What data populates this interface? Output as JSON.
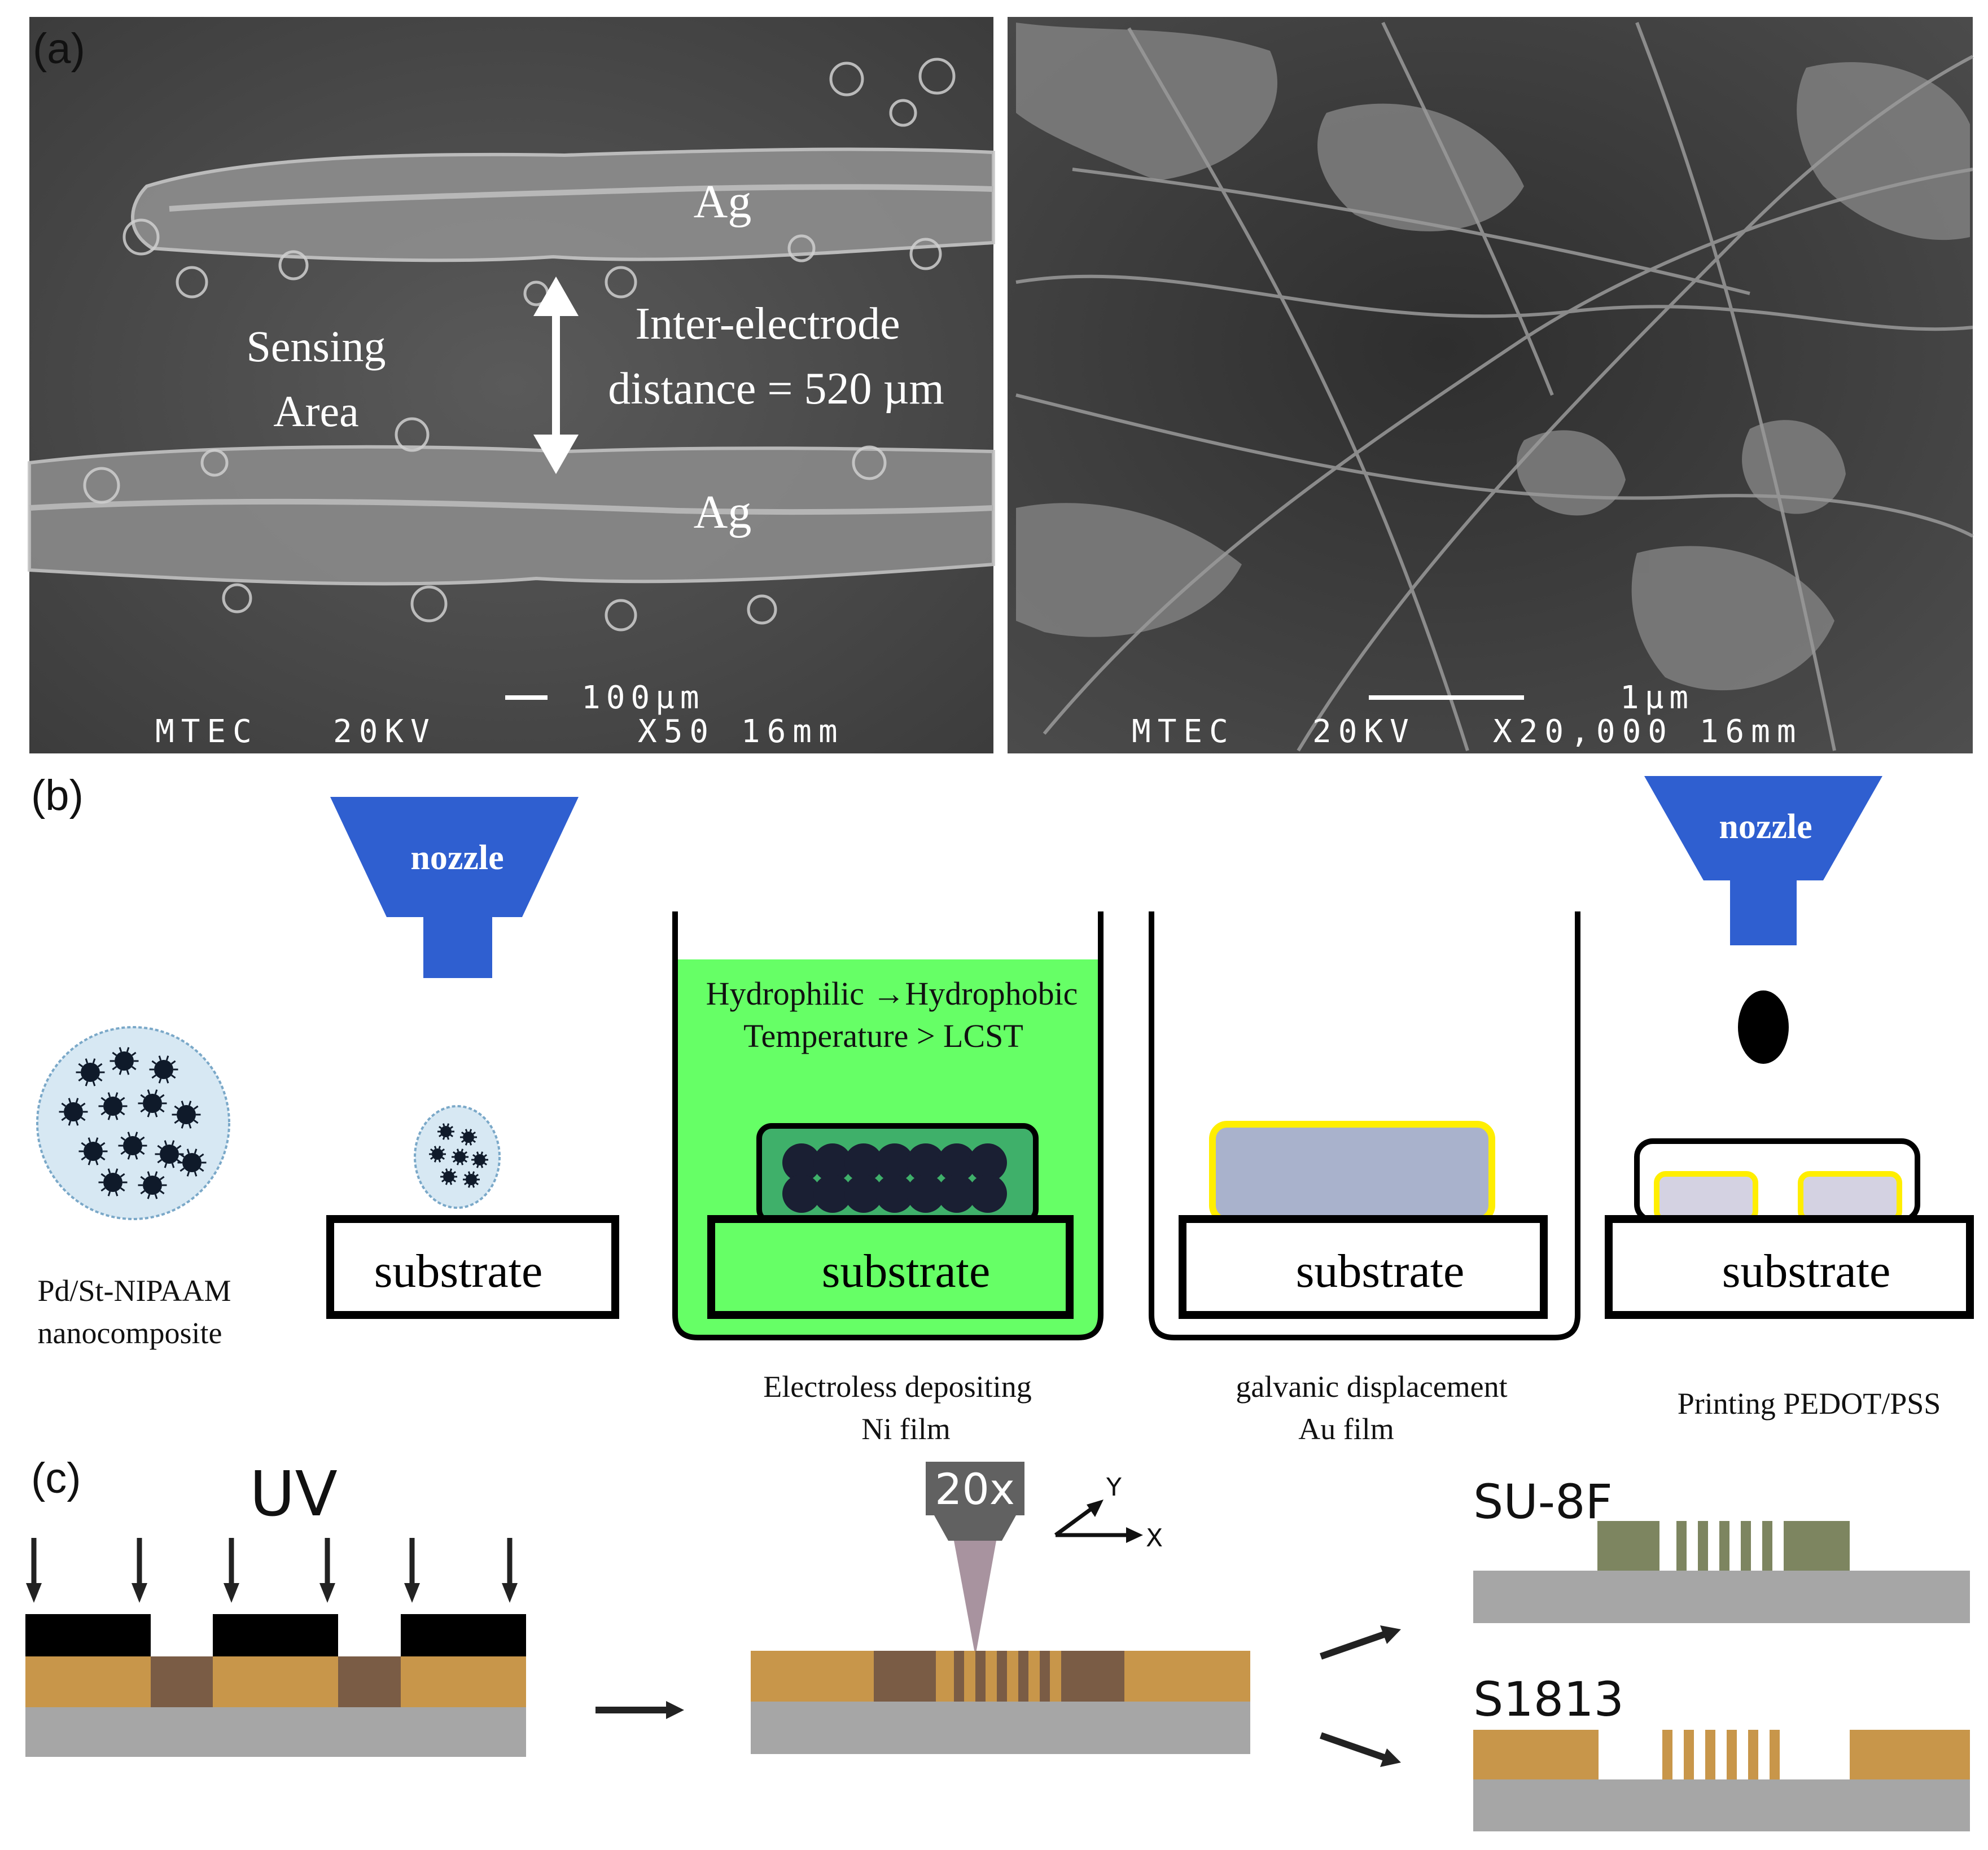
{
  "panel_a": {
    "label": "(a)",
    "left_image": {
      "electrode_top": "Ag",
      "electrode_bottom": "Ag",
      "sensing_line1": "Sensing",
      "sensing_line2": "Area",
      "distance_line1": "Inter-electrode",
      "distance_line2": "distance = 520 µm",
      "scale_text": "100μm",
      "footer_left": "MTEC",
      "footer_mid": "20KV",
      "footer_right": "X50 16mm"
    },
    "right_image": {
      "scale_text": "1μm",
      "footer_left": "MTEC",
      "footer_mid": "20KV",
      "footer_right": "X20,000 16mm"
    }
  },
  "panel_b": {
    "label": "(b)",
    "nanocomposite_line1": "Pd/St-NIPAAM",
    "nanocomposite_line2": "nanocomposite",
    "nozzle_left": "nozzle",
    "nozzle_right": "nozzle",
    "substrate_1": "substrate",
    "substrate_2": "substrate",
    "substrate_3": "substrate",
    "substrate_4": "substrate",
    "bath_line1": "Hydrophilic →Hydrophobic",
    "bath_line2": "Temperature  > LCST",
    "caption_ni_line1": "Electroless depositing",
    "caption_ni_line2": "Ni film",
    "caption_au_line1": "galvanic displacement",
    "caption_au_line2": "Au film",
    "caption_pedot": "Printing PEDOT/PSS",
    "colors": {
      "nozzle": "#2f5fd0",
      "bath": "#66ff66",
      "gold_outline": "#ffee00",
      "film": "#a9b2cc",
      "particle_fill": "#d7e8f3"
    }
  },
  "panel_c": {
    "label": "(c)",
    "uv": "UV",
    "objective": "20x",
    "axis_y": "Y",
    "axis_x": "X",
    "result_top": "SU-8F",
    "result_bottom": "S1813",
    "colors": {
      "resist": "#c8964a",
      "exposed": "#7a5c45",
      "base": "#a6a6a6",
      "su8": "#7d8560",
      "beam": "#a8939f",
      "objective": "#616161"
    }
  }
}
